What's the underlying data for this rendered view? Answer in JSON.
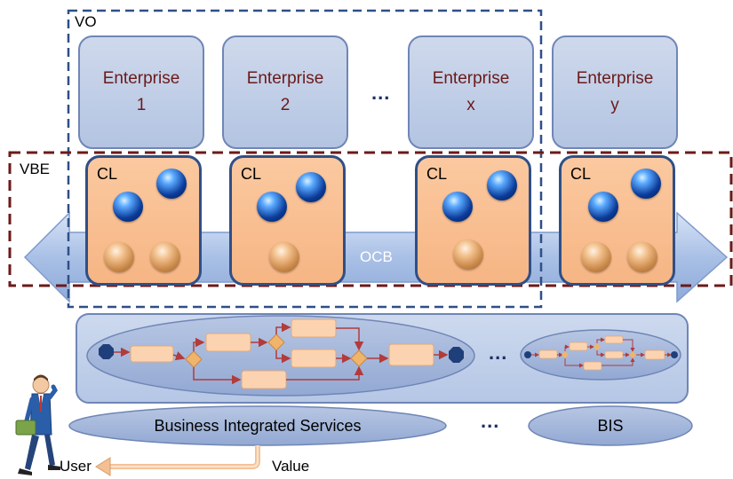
{
  "vo_label": "VO",
  "vbe_label": "VBE",
  "ocb_label": "OCB",
  "enterprises": [
    {
      "name": "Enterprise",
      "sub": "1"
    },
    {
      "name": "Enterprise",
      "sub": "2"
    },
    {
      "name": "Enterprise",
      "sub": "x"
    },
    {
      "name": "Enterprise",
      "sub": "y"
    }
  ],
  "cl_label": "CL",
  "ellipsis": "...",
  "bis_full": "Business Integrated Services",
  "bis_short": "BIS",
  "user_label": "User",
  "value_label": "Value",
  "colors": {
    "enterprise_text": "#6b1a1a",
    "vo_border": "#2f4f87",
    "vbe_border": "#6b1a1a",
    "cl_fill": "#f8c194",
    "ocb_arrow": "#aac0e4",
    "ocb_text": "#ffffff"
  }
}
